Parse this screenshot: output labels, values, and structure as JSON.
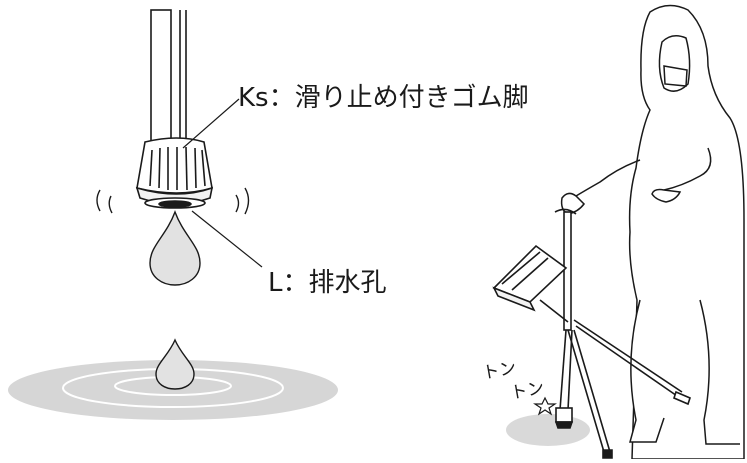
{
  "labels": {
    "rubber_foot": "Ks：滑り止め付きゴム脚",
    "drain_hole": "L：排水孔"
  },
  "sound_effects": [
    "トン",
    "トン"
  ],
  "colors": {
    "ink": "#1a1a1a",
    "drop": "#e2e2e2",
    "puddle": "#d6d6d6",
    "shadow": "#d9d9d9"
  }
}
